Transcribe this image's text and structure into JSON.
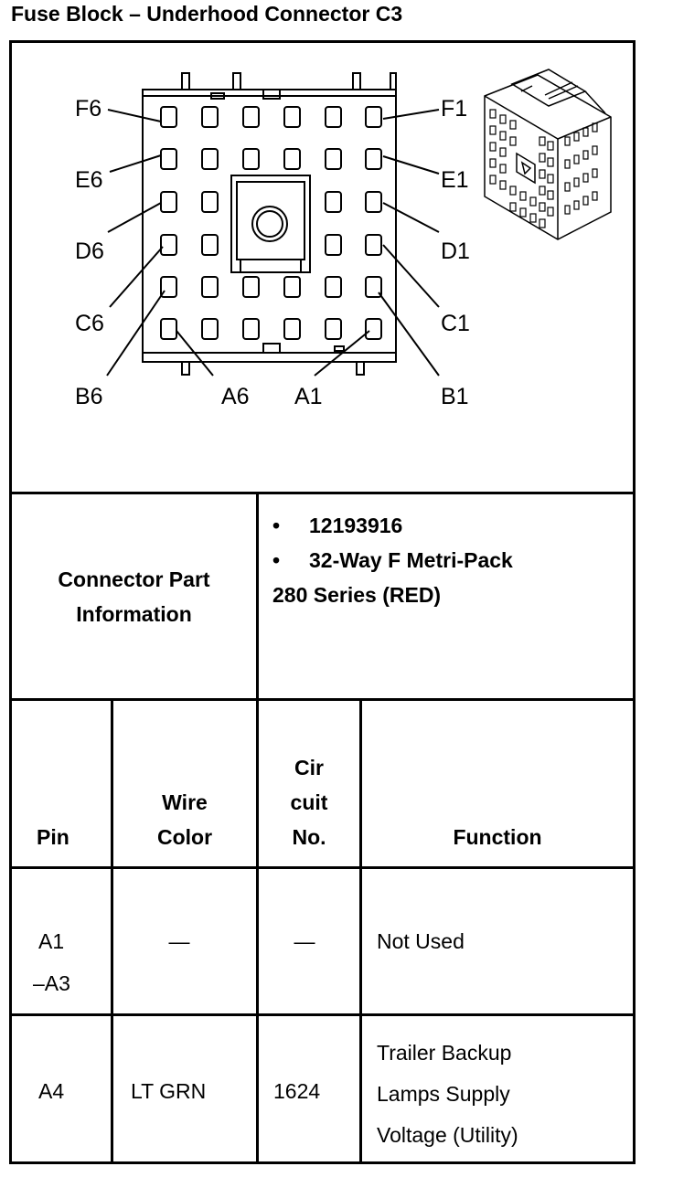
{
  "title": "Fuse Block – Underhood Connector C3",
  "diagram": {
    "pin_labels": {
      "F6": "F6",
      "E6": "E6",
      "D6": "D6",
      "C6": "C6",
      "B6": "B6",
      "A6": "A6",
      "F1": "F1",
      "E1": "E1",
      "D1": "D1",
      "C1": "C1",
      "B1": "B1",
      "A1": "A1"
    }
  },
  "connector_info": {
    "label_line1": "Connector Part",
    "label_line2": "Information",
    "bullet": "•",
    "part_number": "12193916",
    "description_line1": "32-Way F Metri-Pack",
    "description_line2": "280 Series (RED)"
  },
  "table": {
    "headers": {
      "pin": "Pin",
      "wire_color_line1": "Wire",
      "wire_color_line2": "Color",
      "circuit_line1": "Cir",
      "circuit_line2": "cuit",
      "circuit_line3": "No.",
      "function": "Function"
    },
    "rows": [
      {
        "pin_line1": "A1",
        "pin_line2": "–A3",
        "wire_color": "—",
        "circuit": "—",
        "function_line1": "Not Used"
      },
      {
        "pin_line1": "A4",
        "wire_color": "LT GRN",
        "circuit": "1624",
        "function_line1": "Trailer Backup",
        "function_line2": "Lamps Supply",
        "function_line3": "Voltage (Utility)"
      }
    ]
  }
}
